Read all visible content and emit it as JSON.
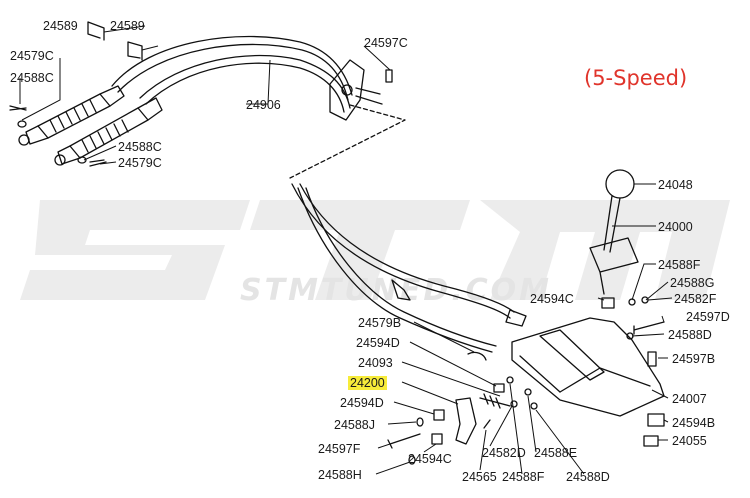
{
  "title": "(5-Speed)",
  "watermark": {
    "logo_text": "STM",
    "tagline": "STMTUNED.COM",
    "color": "#e9e9e9"
  },
  "highlight_color": "#f7ec3a",
  "title_color": "#e0342b",
  "labels": {
    "l24589a": "24589",
    "l24589b": "24589",
    "l24579c_top": "24579C",
    "l24588c_top": "24588C",
    "l24597c": "24597C",
    "l24906": "24906",
    "l24588c_bot": "24588C",
    "l24579c_bot": "24579C",
    "l24048": "24048",
    "l24000": "24000",
    "l24588f_r": "24588F",
    "l24588g": "24588G",
    "l24582f": "24582F",
    "l24594c_r": "24594C",
    "l24597d": "24597D",
    "l24588d_r": "24588D",
    "l24579b": "24579B",
    "l24594d_t": "24594D",
    "l24597b": "24597B",
    "l24093": "24093",
    "l24200": "24200",
    "l24007": "24007",
    "l24594d_b": "24594D",
    "l24594b": "24594B",
    "l24588j": "24588J",
    "l24055": "24055",
    "l24582d": "24582D",
    "l24588e": "24588E",
    "l24597f": "24597F",
    "l24594c_b": "24594C",
    "l24588h": "24588H",
    "l24565": "24565",
    "l24588f_b": "24588F",
    "l24588d_b": "24588D"
  }
}
